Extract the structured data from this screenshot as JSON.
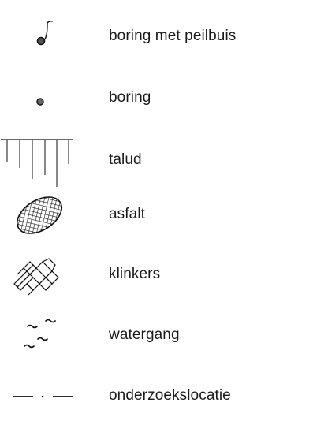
{
  "legend": {
    "items": [
      {
        "symbol": "borehole-with-piezometer-icon",
        "label": "boring met peilbuis"
      },
      {
        "symbol": "borehole-icon",
        "label": "boring"
      },
      {
        "symbol": "embankment-hatch-icon",
        "label": "talud"
      },
      {
        "symbol": "asphalt-crosshatch-icon",
        "label": "asfalt"
      },
      {
        "symbol": "paving-bricks-icon",
        "label": "klinkers"
      },
      {
        "symbol": "watercourse-icon",
        "label": "watergang"
      },
      {
        "symbol": "dash-dot-line-icon",
        "label": "onderzoekslocatie"
      }
    ]
  },
  "colors": {
    "ink": "#1a1a1a",
    "dot_fill": "#555555"
  }
}
